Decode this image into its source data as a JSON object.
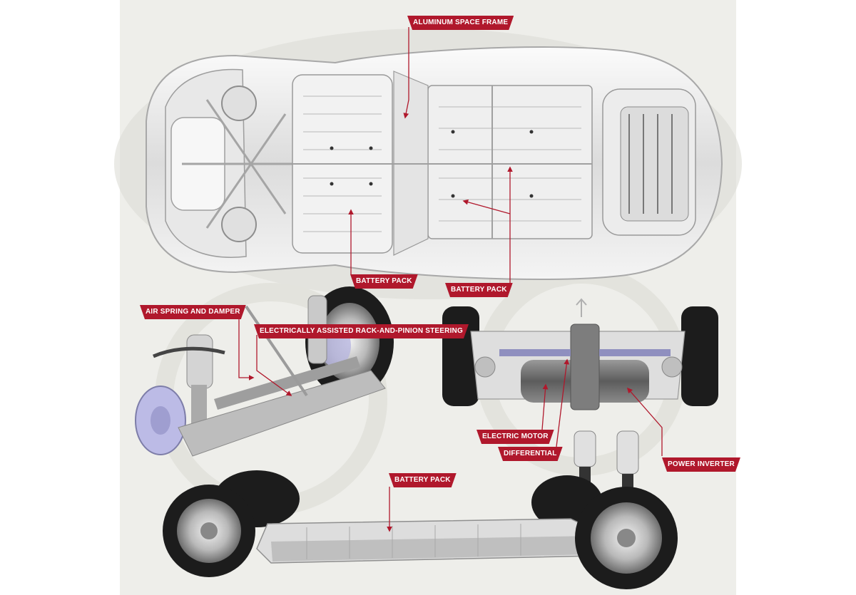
{
  "callouts": {
    "aluminum_space_frame": "ALUMINUM SPACE FRAME",
    "battery_pack_top_left": "BATTERY PACK",
    "battery_pack_top_right": "BATTERY PACK",
    "air_spring_and_damper": "AIR SPRING AND DAMPER",
    "rack_and_pinion_steering": "ELECTRICALLY ASSISTED RACK-AND-PINION STEERING",
    "electric_motor": "ELECTRIC MOTOR",
    "differential": "DIFFERENTIAL",
    "power_inverter": "POWER INVERTER",
    "battery_pack_bottom": "BATTERY PACK"
  },
  "colors": {
    "callout_red": "#b0182c",
    "panel_bg": "#eeeeea",
    "frame_silver": "#d9d9d9",
    "tire_black": "#1c1c1c"
  }
}
